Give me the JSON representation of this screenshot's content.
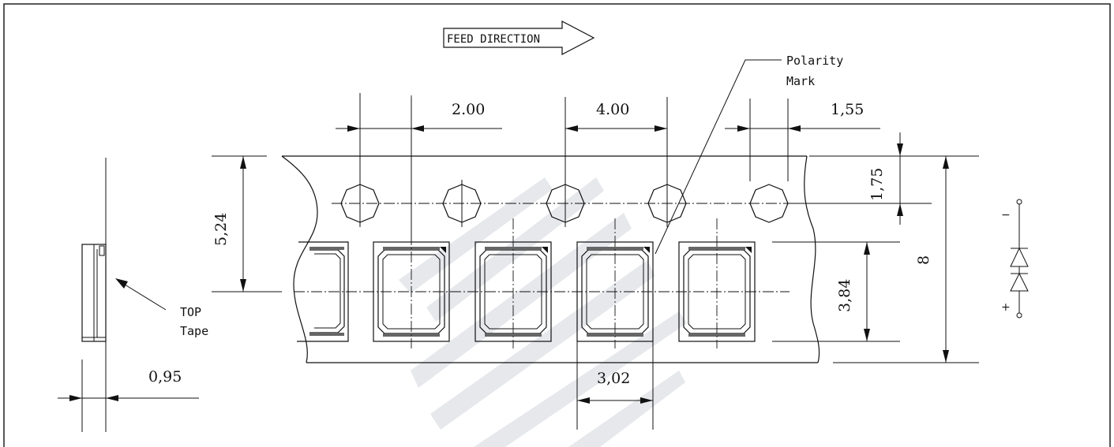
{
  "feed": {
    "label": "FEED DIRECTION"
  },
  "polarity": {
    "line1": "Polarity",
    "line2": "Mark"
  },
  "top_tape": {
    "line1": "TOP",
    "line2": "Tape"
  },
  "dimensions": {
    "hole_pitch_to_pocket": "2.00",
    "hole_pitch": "4.00",
    "hole_diameter": "1,55",
    "hole_edge_offset": "1,75",
    "hole_to_pocket_center": "5,24",
    "pocket_length": "3,84",
    "tape_width": "8",
    "pocket_width": "3,02",
    "tape_thickness": "0,95"
  },
  "symbol": {
    "minus": "−",
    "plus": "+"
  },
  "colors": {
    "line": "#111111",
    "watermark": "#e3e5ea"
  }
}
